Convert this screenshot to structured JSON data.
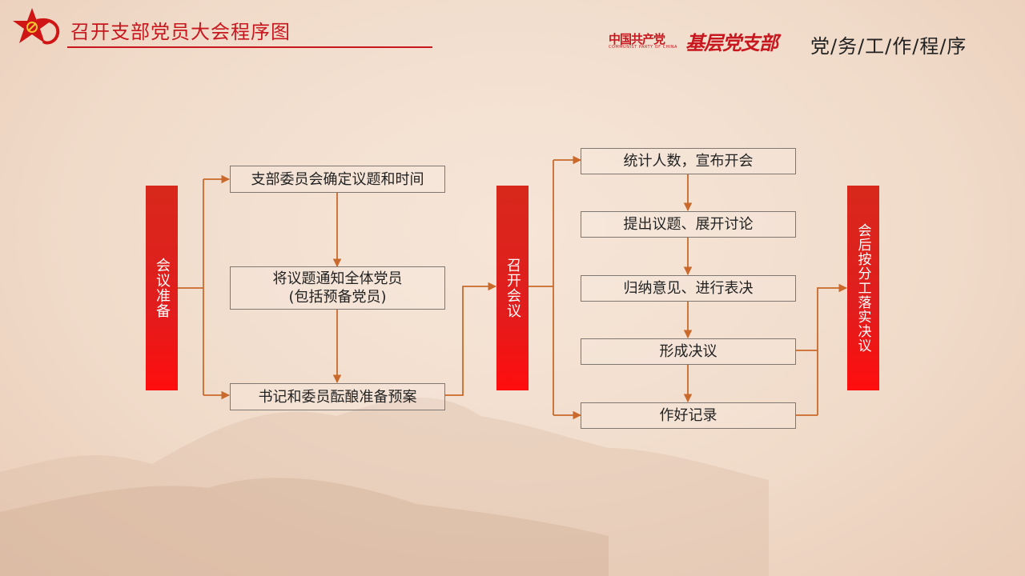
{
  "header": {
    "title": "召开支部党员大会程序图",
    "brand_name": "中国共产党",
    "brand_sub": "COMMUNIST PARTY OF CHINA",
    "brand_big": "基层党支部",
    "slogan": "党/务/工/作/程/序"
  },
  "colors": {
    "accent": "#c8171e",
    "connector": "#c96a2c",
    "box_border": "#7f7772"
  },
  "phases": {
    "prepare": "会议准备",
    "hold": "召开会议",
    "implement": "会后按分工落实决议"
  },
  "prepare_steps": {
    "s1": "支部委员会确定议题和时间",
    "s2_line1": "将议题通知全体党员",
    "s2_line2": "(包括预备党员)",
    "s3": "书记和委员酝酿准备预案"
  },
  "meeting_steps": {
    "s1": "统计人数，宣布开会",
    "s2": "提出议题、展开讨论",
    "s3": "归纳意见、进行表决",
    "s4": "形成决议",
    "s5": "作好记录"
  }
}
